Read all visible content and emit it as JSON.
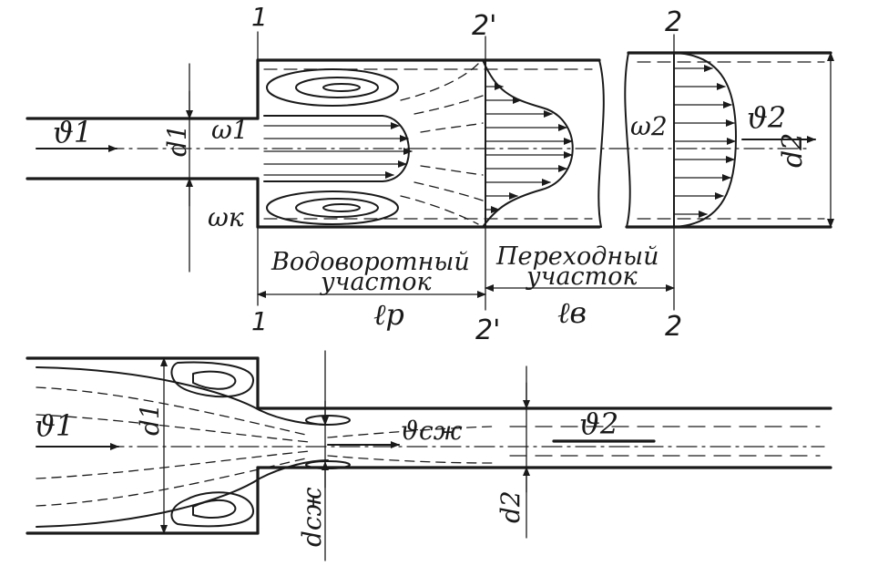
{
  "section_labels": {
    "s1_top": "1",
    "s1_bottom": "1",
    "s2p_top": "2'",
    "s2p_bottom": "2'",
    "s2_top": "2",
    "s2_bottom": "2"
  },
  "top_figure": {
    "v1": "ϑ1",
    "d1": "d1",
    "omega1": "ω1",
    "omega_k": "ωк",
    "omega2": "ω2",
    "v2": "ϑ2",
    "d2": "d2",
    "zone1_line1": "Водоворотный",
    "zone1_line2": "участок",
    "zone2_line1": "Переходный",
    "zone2_line2": "участок",
    "lp": "ℓр",
    "lv": "ℓв"
  },
  "bottom_figure": {
    "v1": "ϑ1",
    "d1": "d1",
    "v_cz": "ϑсж",
    "v2": "ϑ2",
    "d_cz": "dсж",
    "d2": "d2"
  },
  "colors": {
    "ink": "#1a1a1a",
    "paper": "#ffffff"
  }
}
